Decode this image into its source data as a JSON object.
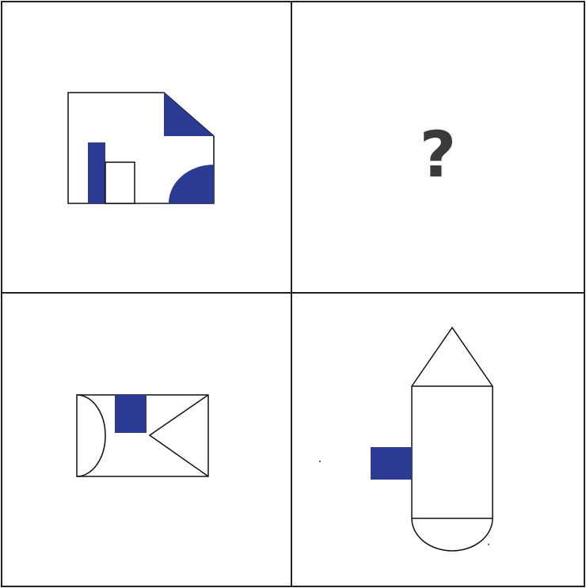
{
  "puzzle": {
    "question_mark": "?",
    "colors": {
      "fill_blue": "#2b3a93",
      "line": "#111111",
      "grid": "#222222",
      "qmark": "#3a3a3a"
    },
    "panels": [
      {
        "position": "top-left",
        "content": "figure"
      },
      {
        "position": "top-right",
        "content": "question"
      },
      {
        "position": "bottom-left",
        "content": "figure"
      },
      {
        "position": "bottom-right",
        "content": "figure"
      }
    ]
  }
}
